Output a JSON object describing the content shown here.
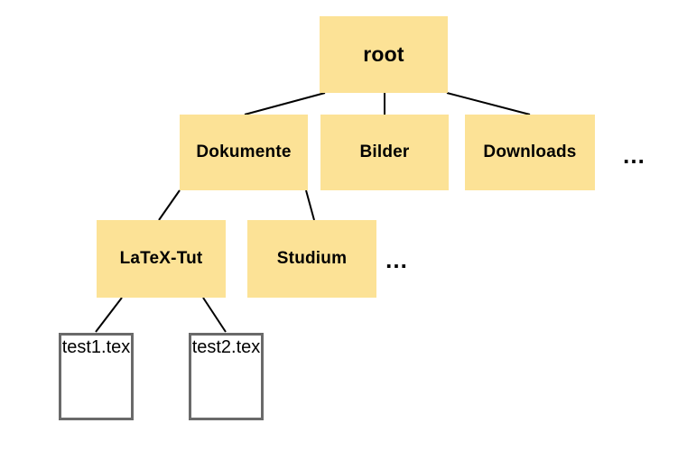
{
  "colors": {
    "background": "#FFFFFF",
    "folder_fill": "#FCE296",
    "file_fill": "#FFFFFF",
    "file_border": "#6A6A6A",
    "edge": "#000000",
    "text": "#000000"
  },
  "tree": {
    "root": {
      "label": "root"
    },
    "level2": {
      "items": [
        {
          "label": "Dokumente"
        },
        {
          "label": "Bilder"
        },
        {
          "label": "Downloads"
        }
      ],
      "more": "…"
    },
    "level3": {
      "parent": "Dokumente",
      "items": [
        {
          "label": "LaTeX-Tut"
        },
        {
          "label": "Studium"
        }
      ],
      "more": "…"
    },
    "files": {
      "parent": "LaTeX-Tut",
      "items": [
        {
          "label": "test1.tex"
        },
        {
          "label": "test2.tex"
        }
      ]
    }
  }
}
